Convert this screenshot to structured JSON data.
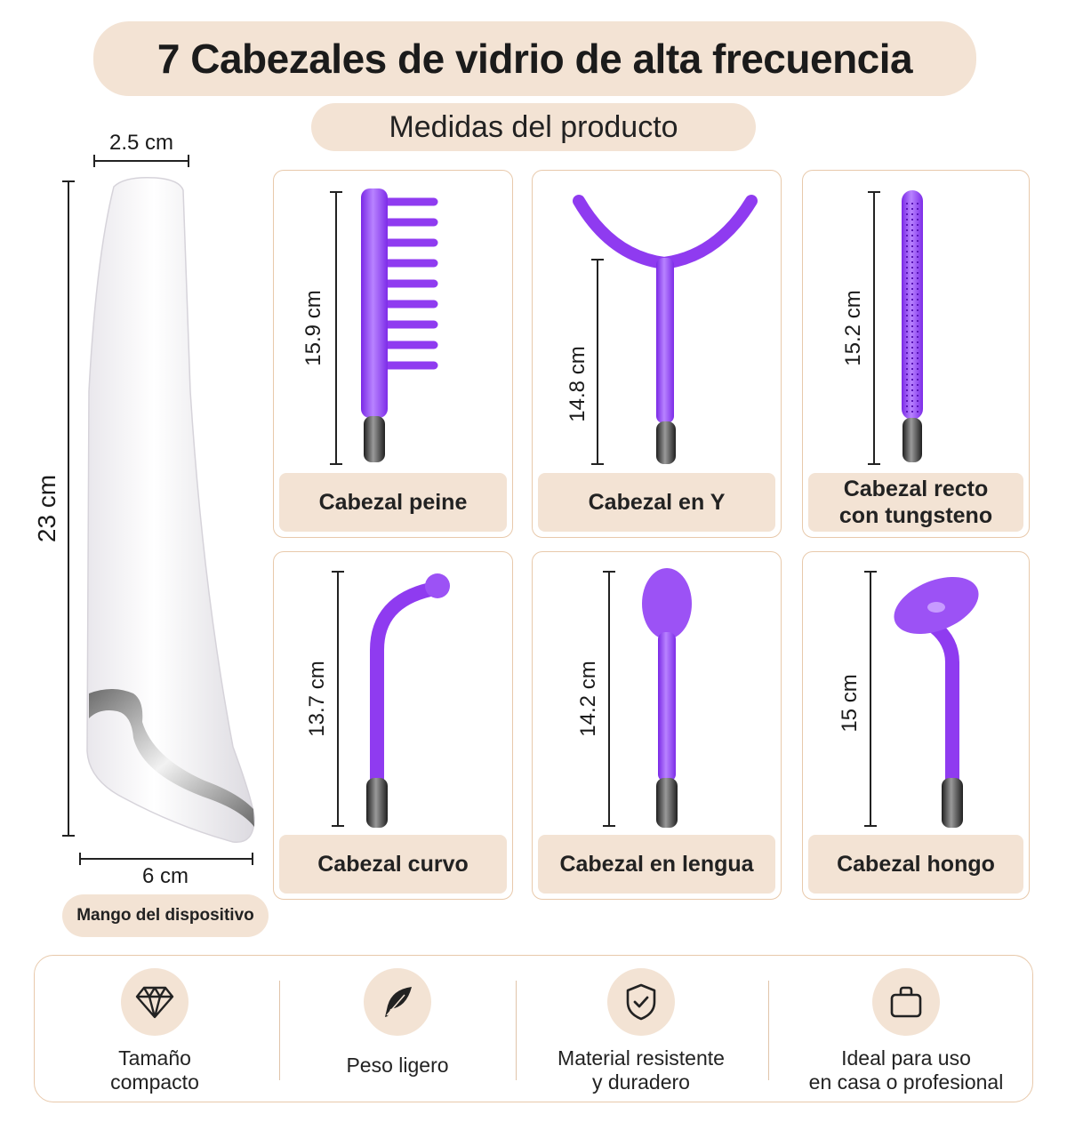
{
  "header": {
    "title": "7 Cabezales de vidrio de alta frecuencia",
    "subtitle": "Medidas del producto"
  },
  "handle": {
    "width_label": "2.5 cm",
    "height_label": "23 cm",
    "base_label": "6 cm",
    "caption": "Mango del dispositivo"
  },
  "heads": [
    {
      "name": "Cabezal peine",
      "length": "15.9 cm",
      "icon": "comb-electrode"
    },
    {
      "name": "Cabezal en Y",
      "length": "14.8 cm",
      "icon": "y-electrode"
    },
    {
      "name": "Cabezal recto\ncon tungsteno",
      "length": "15.2 cm",
      "icon": "straight-tungsten-electrode"
    },
    {
      "name": "Cabezal curvo",
      "length": "13.7 cm",
      "icon": "curved-electrode"
    },
    {
      "name": "Cabezal en lengua",
      "length": "14.2 cm",
      "icon": "tongue-electrode"
    },
    {
      "name": "Cabezal hongo",
      "length": "15 cm",
      "icon": "mushroom-electrode"
    }
  ],
  "features": [
    {
      "label": "Tamaño\ncompacto",
      "icon": "diamond-icon"
    },
    {
      "label": "Peso ligero",
      "icon": "feather-icon"
    },
    {
      "label": "Material resistente\ny duradero",
      "icon": "shield-check-icon"
    },
    {
      "label": "Ideal para uso\nen casa o profesional",
      "icon": "briefcase-icon"
    }
  ],
  "colors": {
    "accent_bg": "#f3e3d4",
    "border": "#e8c9ab",
    "glass": "#8f3bf0",
    "glass_light": "#b57cff",
    "metal": "#3a3a3a"
  }
}
